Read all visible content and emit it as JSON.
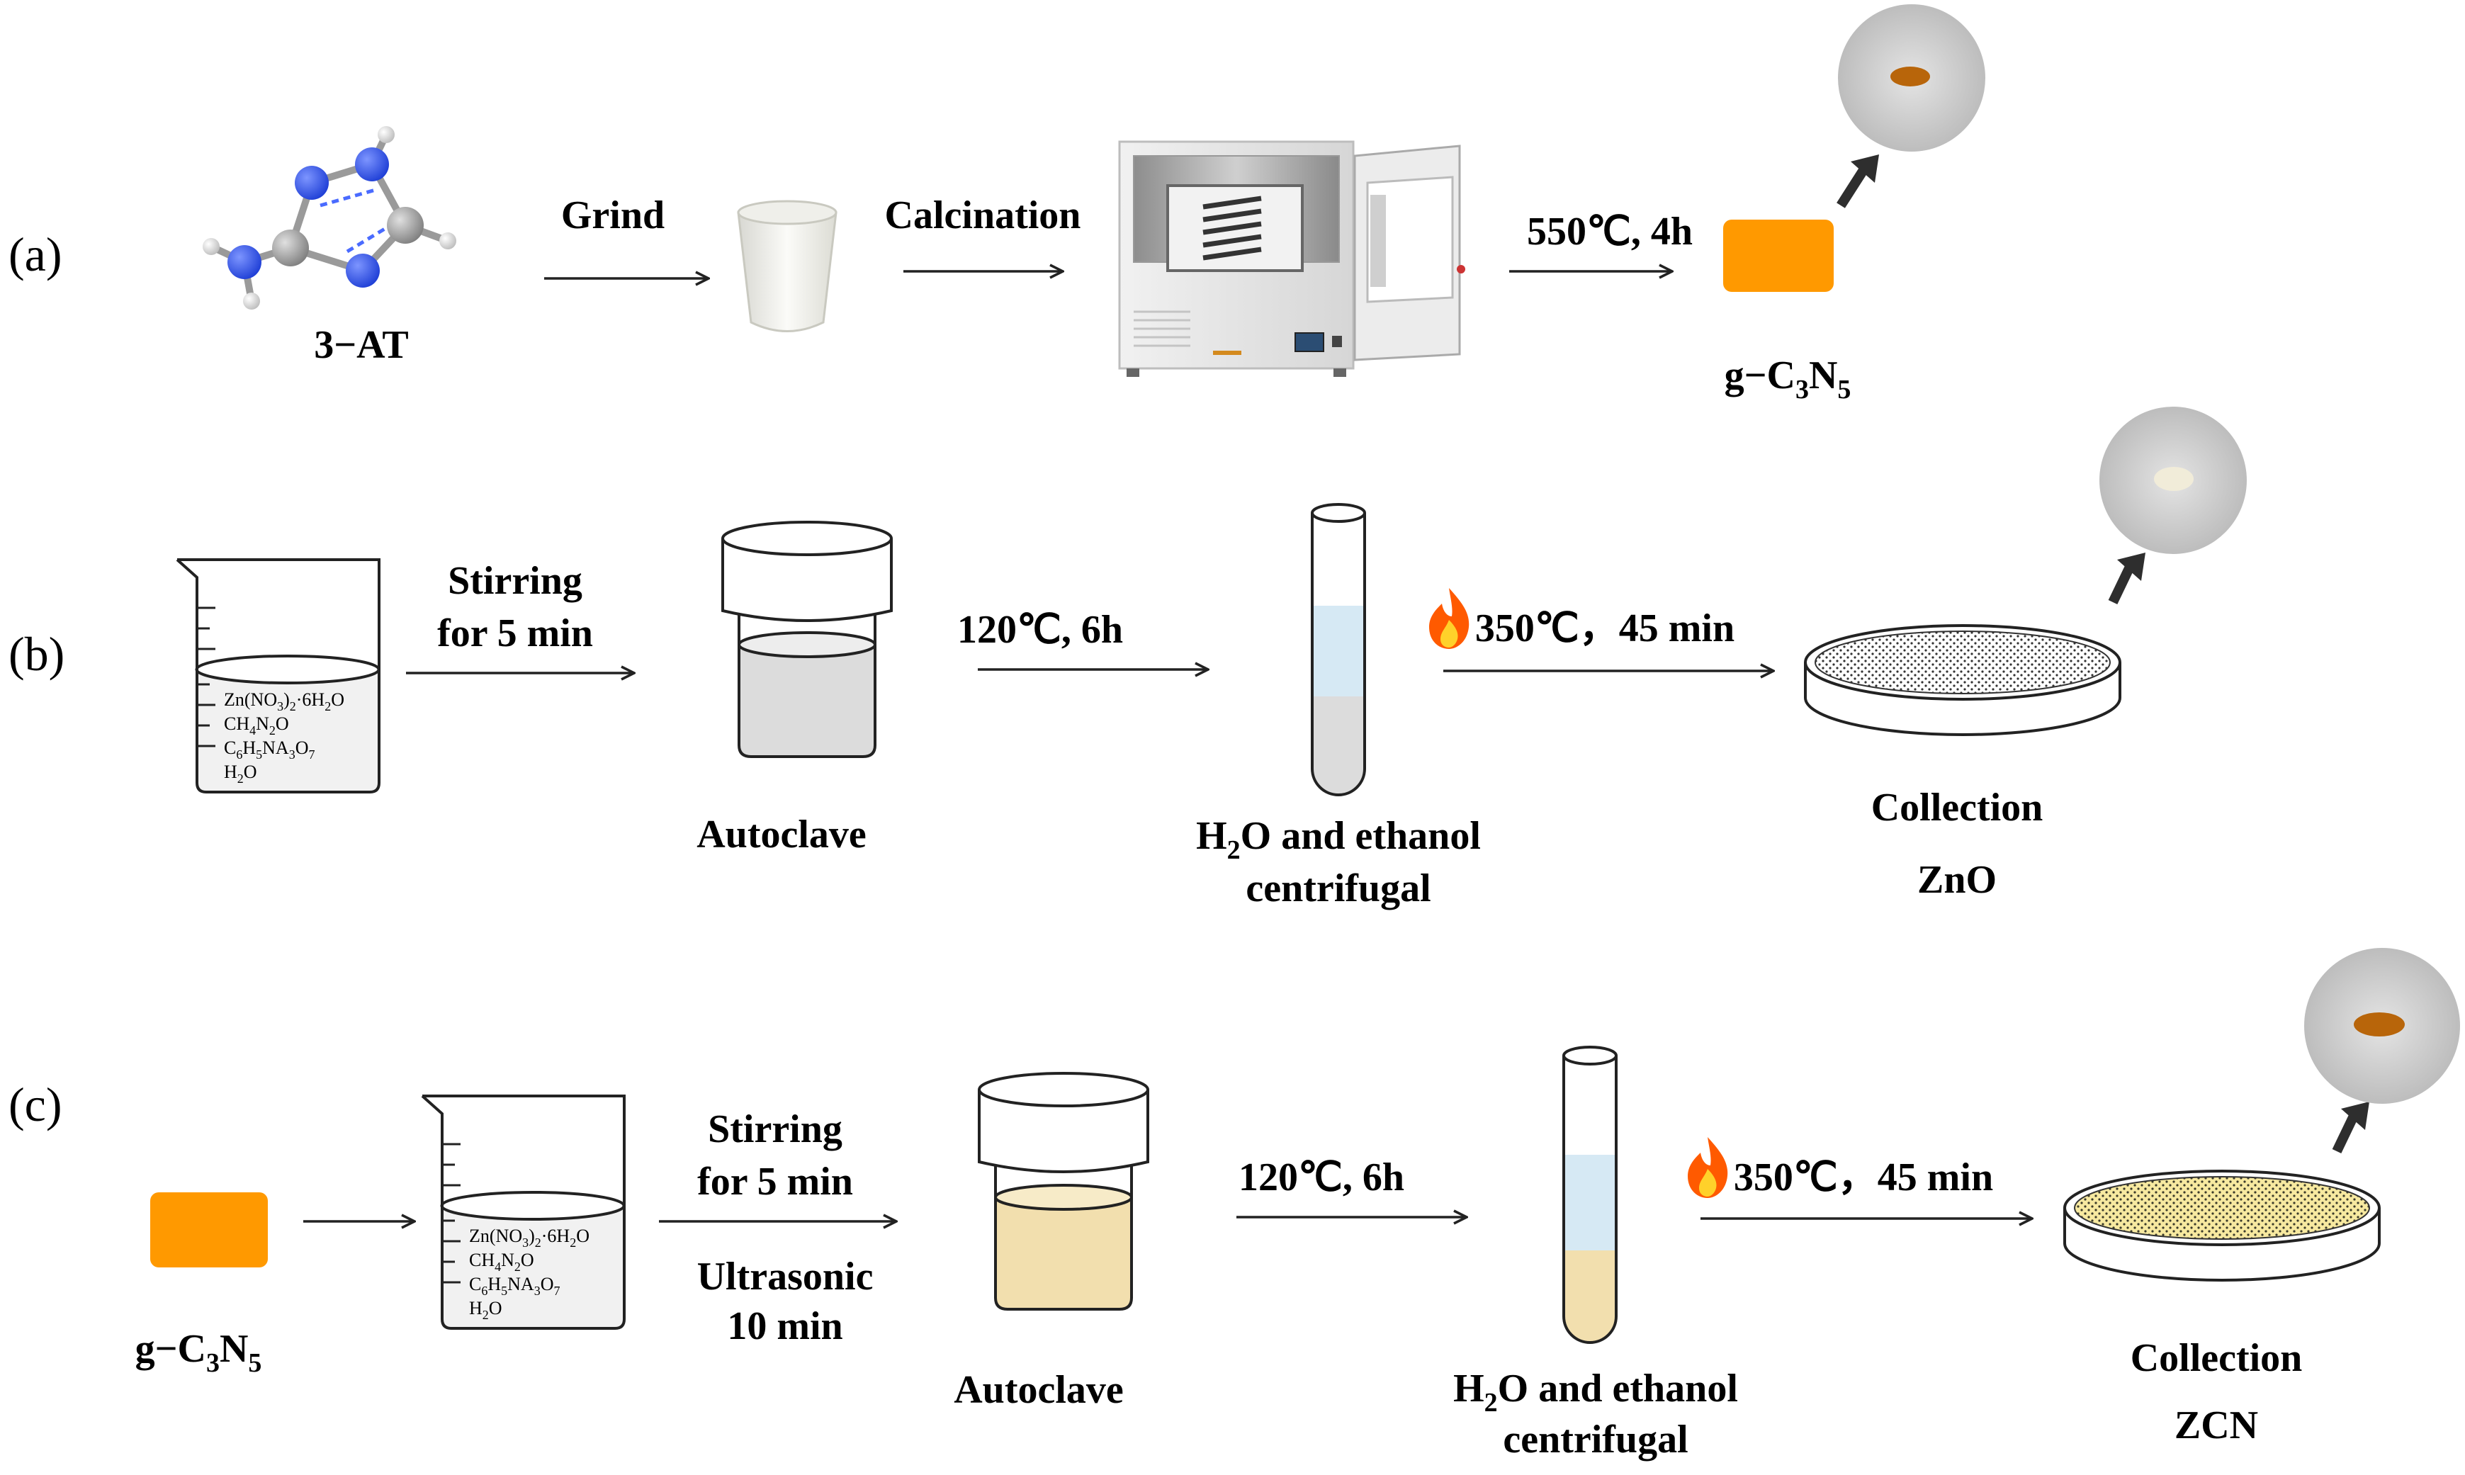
{
  "row_a": {
    "panel_label": "(a)",
    "precursor": "3−AT",
    "step1": "Grind",
    "step2": "Calcination",
    "condition": "550℃, 4h",
    "product": {
      "prefix": "g−C",
      "sub1": "3",
      "mid": "N",
      "sub2": "5"
    }
  },
  "row_b": {
    "panel_label": "(b)",
    "reagents": [
      {
        "parts": [
          [
            "Zn(NO",
            ""
          ],
          [
            "3",
            "sub"
          ],
          [
            ")",
            ""
          ],
          [
            "2",
            "sub"
          ],
          [
            "·6H",
            ""
          ],
          [
            "2",
            "sub"
          ],
          [
            "O",
            ""
          ]
        ]
      },
      {
        "parts": [
          [
            "CH",
            ""
          ],
          [
            "4",
            "sub"
          ],
          [
            "N",
            ""
          ],
          [
            "2",
            "sub"
          ],
          [
            "O",
            ""
          ]
        ]
      },
      {
        "parts": [
          [
            "C",
            ""
          ],
          [
            "6",
            "sub"
          ],
          [
            "H",
            ""
          ],
          [
            "5",
            "sub"
          ],
          [
            "NA",
            ""
          ],
          [
            "3",
            "sub"
          ],
          [
            "O",
            ""
          ],
          [
            "7",
            "sub"
          ]
        ]
      },
      {
        "parts": [
          [
            "H",
            ""
          ],
          [
            "2",
            "sub"
          ],
          [
            "O",
            ""
          ]
        ]
      }
    ],
    "stirring_line1": "Stirring",
    "stirring_line2": "for 5 min",
    "autoclave_label": "Autoclave",
    "hydro_condition": "120℃, 6h",
    "wash_line1_pre": "H",
    "wash_line1_sub": "2",
    "wash_line1_post": "O and ethanol",
    "wash_line2": "centrifugal",
    "anneal_condition": "350℃，45 min",
    "collection_label": "Collection",
    "product_label": "ZnO"
  },
  "row_c": {
    "panel_label": "(c)",
    "input": {
      "prefix": "g−C",
      "sub1": "3",
      "mid": "N",
      "sub2": "5"
    },
    "reagents": [
      {
        "parts": [
          [
            "Zn(NO",
            ""
          ],
          [
            "3",
            "sub"
          ],
          [
            ")",
            ""
          ],
          [
            "2",
            "sub"
          ],
          [
            "·6H",
            ""
          ],
          [
            "2",
            "sub"
          ],
          [
            "O",
            ""
          ]
        ]
      },
      {
        "parts": [
          [
            "CH",
            ""
          ],
          [
            "4",
            "sub"
          ],
          [
            "N",
            ""
          ],
          [
            "2",
            "sub"
          ],
          [
            "O",
            ""
          ]
        ]
      },
      {
        "parts": [
          [
            "C",
            ""
          ],
          [
            "6",
            "sub"
          ],
          [
            "H",
            ""
          ],
          [
            "5",
            "sub"
          ],
          [
            "NA",
            ""
          ],
          [
            "3",
            "sub"
          ],
          [
            "O",
            ""
          ],
          [
            "7",
            "sub"
          ]
        ]
      },
      {
        "parts": [
          [
            "H",
            ""
          ],
          [
            "2",
            "sub"
          ],
          [
            "O",
            ""
          ]
        ]
      }
    ],
    "stirring_line1": "Stirring",
    "stirring_line2": "for 5 min",
    "ultrasonic_line1": "Ultrasonic",
    "ultrasonic_line2": "10 min",
    "autoclave_label": "Autoclave",
    "hydro_condition": "120℃, 6h",
    "wash_line1_pre": "H",
    "wash_line1_sub": "2",
    "wash_line1_post": "O and ethanol",
    "wash_line2": "centrifugal",
    "anneal_condition": "350℃，45 min",
    "collection_label": "Collection",
    "product_label": "ZCN"
  },
  "colors": {
    "g_c3n5": "#ff9900",
    "zcn_liquid": "#f2dfae",
    "zno_liquid": "#dcdcdc",
    "wash_top": "#d6e9f4",
    "zno_dots_bg": "#ffffff",
    "zcn_dots_bg": "#f7e9a0",
    "nitrogen": "#1f3fd6",
    "carbon": "#8a8a8a",
    "flame": "#ff5a00",
    "photo_bg": "#c9c9c9",
    "photo_spot_orange": "#b8650a",
    "photo_spot_white": "#f1ecd9"
  },
  "icons": [
    "molecule-3at-icon",
    "crucible-icon",
    "muffle-furnace-icon",
    "beaker-icon",
    "autoclave-icon",
    "centrifuge-tube-icon",
    "flame-icon",
    "petri-dish-icon",
    "sample-photo-icon"
  ]
}
